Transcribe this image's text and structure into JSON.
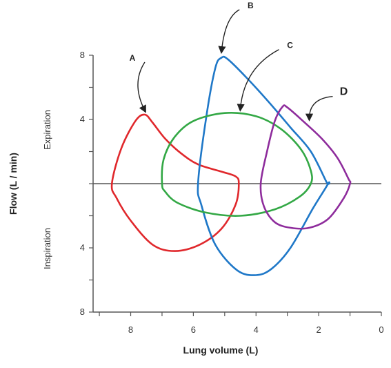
{
  "chart_data": {
    "type": "line",
    "title": "",
    "xlabel": "Lung volume (L)",
    "ylabel": "Flow (L / min)",
    "x_axis_reversed": true,
    "xlim": [
      0,
      9.2
    ],
    "ylim": [
      -8,
      8
    ],
    "x_ticks": [
      {
        "value": 8,
        "label": "8"
      },
      {
        "value": 6,
        "label": "6"
      },
      {
        "value": 4,
        "label": "4"
      },
      {
        "value": 2,
        "label": "2"
      },
      {
        "value": 0,
        "label": "0"
      }
    ],
    "y_ticks": [
      {
        "value": 8,
        "label": "8"
      },
      {
        "value": 4,
        "label": "4"
      },
      {
        "value": -4,
        "label": "4"
      },
      {
        "value": -8,
        "label": "8"
      }
    ],
    "region_labels": {
      "upper": "Expiration",
      "lower": "Inspiration"
    },
    "grid": false,
    "series": [
      {
        "name": "A",
        "color": "#e0282c",
        "points": [
          [
            8.6,
            0
          ],
          [
            8.3,
            2.2
          ],
          [
            7.85,
            3.9
          ],
          [
            7.55,
            4.3
          ],
          [
            7.3,
            3.8
          ],
          [
            6.9,
            2.8
          ],
          [
            6.4,
            1.9
          ],
          [
            5.85,
            1.2
          ],
          [
            5.1,
            0.75
          ],
          [
            4.65,
            0.45
          ],
          [
            4.55,
            0
          ],
          [
            4.65,
            -1.3
          ],
          [
            5.1,
            -2.8
          ],
          [
            5.8,
            -3.8
          ],
          [
            6.6,
            -4.2
          ],
          [
            7.3,
            -3.8
          ],
          [
            8.0,
            -2.3
          ],
          [
            8.45,
            -0.9
          ],
          [
            8.6,
            0
          ]
        ]
      },
      {
        "name": "B",
        "color": "#1f78c8",
        "points": [
          [
            5.85,
            0
          ],
          [
            5.6,
            4.0
          ],
          [
            5.3,
            7.2
          ],
          [
            5.1,
            7.85
          ],
          [
            4.9,
            7.75
          ],
          [
            4.3,
            6.6
          ],
          [
            3.6,
            5.1
          ],
          [
            2.9,
            3.5
          ],
          [
            2.25,
            2.0
          ],
          [
            1.75,
            0.1
          ],
          [
            1.7,
            0
          ],
          [
            2.2,
            -1.6
          ],
          [
            2.9,
            -4.0
          ],
          [
            3.5,
            -5.3
          ],
          [
            4.0,
            -5.7
          ],
          [
            4.6,
            -5.4
          ],
          [
            5.3,
            -3.8
          ],
          [
            5.75,
            -1.3
          ],
          [
            5.85,
            0
          ]
        ]
      },
      {
        "name": "C",
        "color": "#33a845",
        "points": [
          [
            7.0,
            0
          ],
          [
            6.95,
            1.5
          ],
          [
            6.6,
            2.9
          ],
          [
            6.0,
            3.9
          ],
          [
            5.0,
            4.4
          ],
          [
            4.0,
            4.2
          ],
          [
            3.2,
            3.4
          ],
          [
            2.55,
            2.1
          ],
          [
            2.25,
            0.8
          ],
          [
            2.25,
            0
          ],
          [
            2.6,
            -0.8
          ],
          [
            3.4,
            -1.6
          ],
          [
            4.5,
            -2.0
          ],
          [
            5.6,
            -1.8
          ],
          [
            6.5,
            -1.2
          ],
          [
            6.9,
            -0.5
          ],
          [
            7.0,
            0
          ]
        ]
      },
      {
        "name": "D",
        "color": "#8e2c9c",
        "points": [
          [
            3.85,
            0
          ],
          [
            3.65,
            2.0
          ],
          [
            3.4,
            3.9
          ],
          [
            3.15,
            4.8
          ],
          [
            3.0,
            4.75
          ],
          [
            2.5,
            3.9
          ],
          [
            1.9,
            2.8
          ],
          [
            1.4,
            1.6
          ],
          [
            1.05,
            0.3
          ],
          [
            1.0,
            0
          ],
          [
            1.2,
            -0.9
          ],
          [
            1.7,
            -2.2
          ],
          [
            2.3,
            -2.75
          ],
          [
            2.9,
            -2.75
          ],
          [
            3.4,
            -2.4
          ],
          [
            3.75,
            -1.4
          ],
          [
            3.85,
            0
          ]
        ]
      }
    ],
    "annotations": [
      {
        "text": "A",
        "series": "A",
        "arrow_to": [
          7.55,
          4.3
        ]
      },
      {
        "text": "B",
        "series": "B",
        "arrow_to": [
          5.1,
          8.0
        ]
      },
      {
        "text": "C",
        "series": "C",
        "arrow_to": [
          4.5,
          4.4
        ]
      },
      {
        "text": "D",
        "series": "D",
        "arrow_to": [
          2.3,
          3.8
        ]
      }
    ]
  }
}
